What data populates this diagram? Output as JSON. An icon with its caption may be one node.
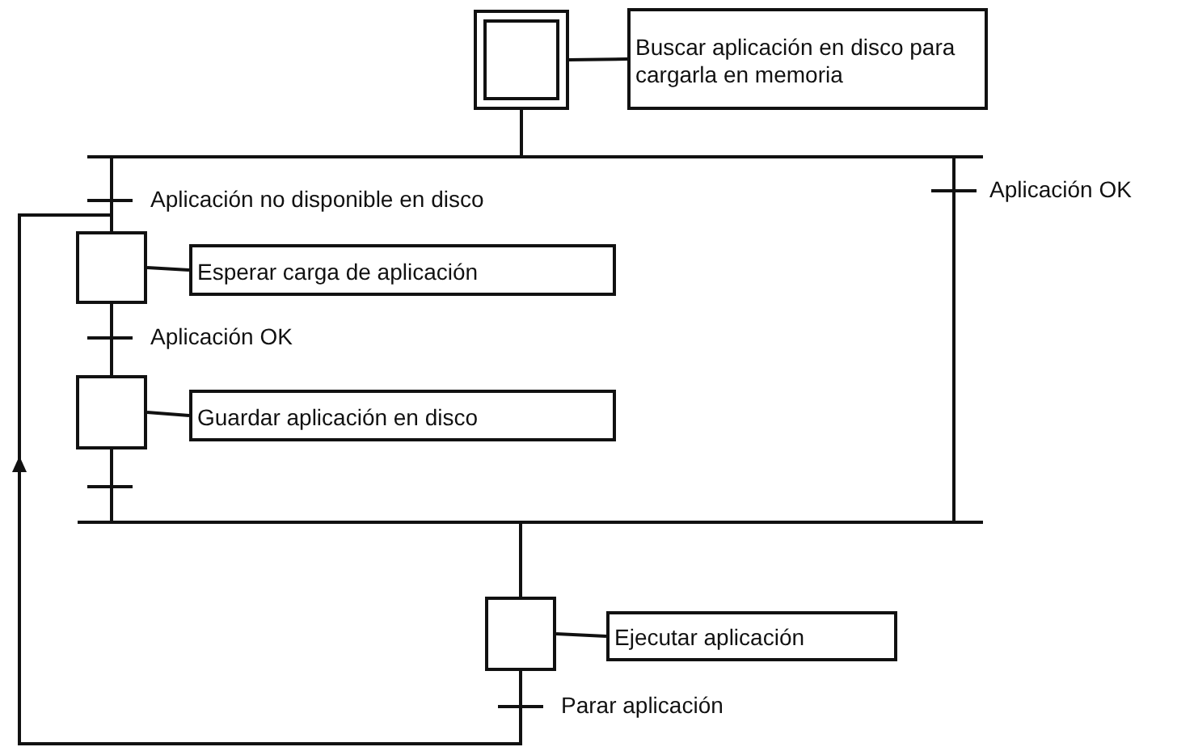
{
  "diagram": {
    "nodes": [
      {
        "text": [],
        "shape": "box"
      },
      {
        "text": [
          "Buscar aplicación en disco para cargarla en memoria"
        ]
      },
      {
        "text": [],
        "shape": "box"
      },
      {
        "text": [
          "Esperar carga de aplicación"
        ]
      },
      {
        "text": [],
        "shape": "box"
      },
      {
        "text": [
          "Guardar aplicación en disco"
        ]
      },
      {
        "text": [],
        "shape": "box"
      },
      {
        "text": [
          "Ejecutar aplicación"
        ]
      }
    ],
    "edges": [
      {
        "from": 0,
        "to": 1,
        "arrow": "none"
      },
      {
        "from": 0,
        "to": 2,
        "arrow": "none",
        "label": "Aplicación no disponible en disco"
      },
      {
        "from": 0,
        "to": 6,
        "arrow": "none",
        "label": "Aplicación OK"
      },
      {
        "from": 2,
        "to": 3,
        "arrow": "none"
      },
      {
        "from": 2,
        "to": 4,
        "arrow": "none",
        "label": "Aplicación OK"
      },
      {
        "from": 4,
        "to": 5,
        "arrow": "none"
      },
      {
        "from": 4,
        "to": 6,
        "arrow": "none"
      },
      {
        "from": 6,
        "to": 7,
        "arrow": "none"
      },
      {
        "from": 6,
        "to": 2,
        "arrow": "to",
        "label": "Parar aplicación"
      }
    ]
  }
}
